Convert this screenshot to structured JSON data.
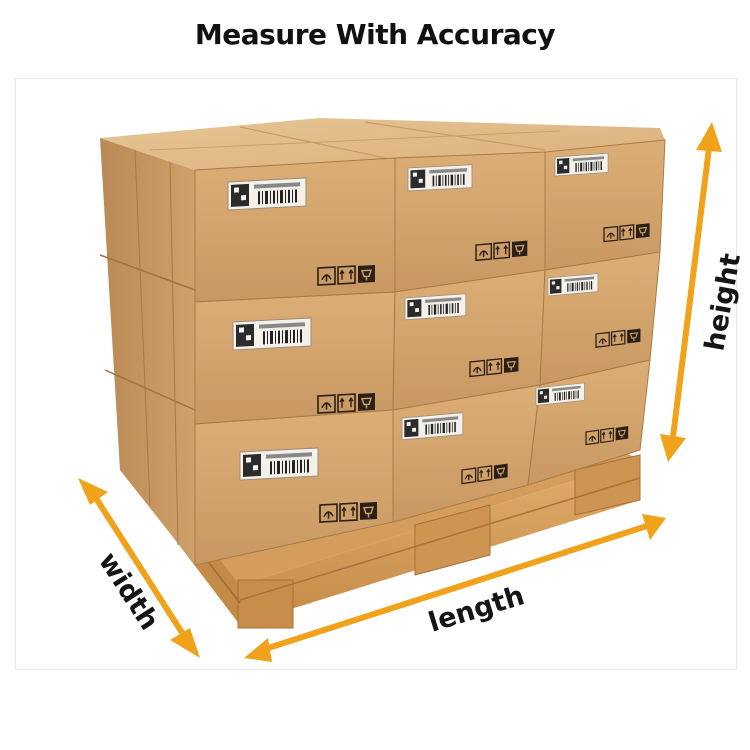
{
  "header": {
    "title": "Measure With Accuracy"
  },
  "dimensions": {
    "width_label": "width",
    "length_label": "length",
    "height_label": "height"
  },
  "colors": {
    "arrow": "#f0a21a",
    "box_front": "#d3a46c",
    "box_side": "#bb8a52",
    "box_top": "#e2bd8a",
    "pallet": "#d9a15e",
    "pallet_dark": "#b57a3c"
  }
}
